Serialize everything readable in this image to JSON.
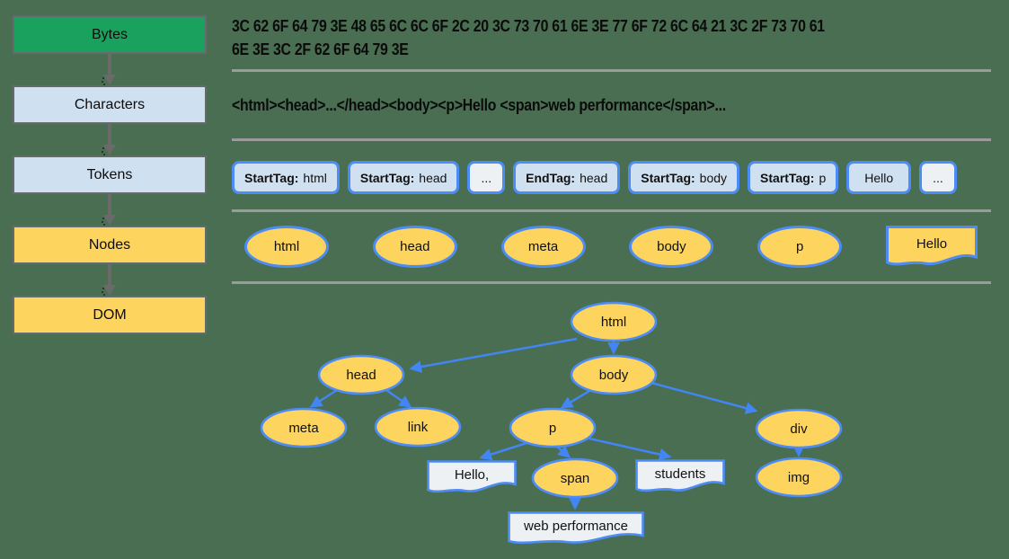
{
  "diagram_title": "browser html parsing pipeline",
  "colors": {
    "background": "#4a6e52",
    "stage_green": "#1ba15e",
    "stage_blue": "#cfe0f1",
    "stage_yellow": "#fcd45e",
    "node_stroke_blue": "#4d8cf5",
    "arrow_blue": "#4285f4",
    "arrow_gray": "#6a6a6a",
    "separator_gray": "#9b9b9b",
    "text_node_fill": "#eef1f4"
  },
  "pipeline": {
    "stages": [
      {
        "label": "Bytes",
        "variant": "green"
      },
      {
        "label": "Characters",
        "variant": "blue"
      },
      {
        "label": "Tokens",
        "variant": "blue"
      },
      {
        "label": "Nodes",
        "variant": "yellow"
      },
      {
        "label": "DOM",
        "variant": "yellow"
      }
    ]
  },
  "bytes": {
    "line1": "3C 62 6F 64 79 3E 48 65 6C 6C 6F 2C 20 3C 73 70 61 6E 3E 77 6F 72 6C 64 21 3C 2F 73 70 61",
    "line2": "6E 3E 3C 2F 62 6F 64 79 3E"
  },
  "characters": {
    "text": "<html><head>...</head><body><p>Hello <span>web performance</span>..."
  },
  "tokens": [
    {
      "prefix": "StartTag:",
      "value": "html",
      "style": "blue"
    },
    {
      "prefix": "StartTag:",
      "value": "head",
      "style": "blue"
    },
    {
      "prefix": "",
      "value": "...",
      "style": "gray"
    },
    {
      "prefix": "EndTag:",
      "value": "head",
      "style": "blue"
    },
    {
      "prefix": "StartTag:",
      "value": "body",
      "style": "blue"
    },
    {
      "prefix": "StartTag:",
      "value": "p",
      "style": "blue"
    },
    {
      "prefix": "",
      "value": "Hello",
      "style": "blue"
    },
    {
      "prefix": "",
      "value": "...",
      "style": "gray"
    }
  ],
  "nodes_row": [
    {
      "label": "html",
      "shape": "ellipse"
    },
    {
      "label": "head",
      "shape": "ellipse"
    },
    {
      "label": "meta",
      "shape": "ellipse"
    },
    {
      "label": "body",
      "shape": "ellipse"
    },
    {
      "label": "p",
      "shape": "ellipse"
    },
    {
      "label": "Hello",
      "shape": "document"
    }
  ],
  "dom_tree": {
    "nodes": [
      {
        "id": "html",
        "label": "html",
        "type": "element"
      },
      {
        "id": "head",
        "label": "head",
        "type": "element"
      },
      {
        "id": "body",
        "label": "body",
        "type": "element"
      },
      {
        "id": "meta",
        "label": "meta",
        "type": "element"
      },
      {
        "id": "link",
        "label": "link",
        "type": "element"
      },
      {
        "id": "p",
        "label": "p",
        "type": "element"
      },
      {
        "id": "div",
        "label": "div",
        "type": "element"
      },
      {
        "id": "text-hello",
        "label": "Hello,",
        "type": "text"
      },
      {
        "id": "span",
        "label": "span",
        "type": "element"
      },
      {
        "id": "text-students",
        "label": "students",
        "type": "text"
      },
      {
        "id": "img",
        "label": "img",
        "type": "element"
      },
      {
        "id": "text-web-performance",
        "label": "web performance",
        "type": "text"
      }
    ],
    "edges": [
      {
        "from": "html",
        "to": "head"
      },
      {
        "from": "html",
        "to": "body"
      },
      {
        "from": "head",
        "to": "meta"
      },
      {
        "from": "head",
        "to": "link"
      },
      {
        "from": "body",
        "to": "p"
      },
      {
        "from": "body",
        "to": "div"
      },
      {
        "from": "p",
        "to": "text-hello"
      },
      {
        "from": "p",
        "to": "span"
      },
      {
        "from": "p",
        "to": "text-students"
      },
      {
        "from": "span",
        "to": "text-web-performance"
      },
      {
        "from": "div",
        "to": "img"
      }
    ]
  }
}
